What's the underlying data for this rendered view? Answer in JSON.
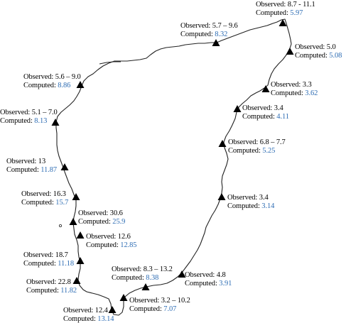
{
  "colors": {
    "outline": "#222222",
    "marker": "#000000",
    "computed_value": "#2e6db4",
    "text": "#000000"
  },
  "labels": {
    "observed": "Observed:",
    "computed": "Computed:"
  },
  "stations": [
    {
      "observed": "8.7 - 11.1",
      "computed": "5.97"
    },
    {
      "observed": "5.0",
      "computed": "5.08"
    },
    {
      "observed": "3.3",
      "computed": "3.62"
    },
    {
      "observed": "3.4",
      "computed": "4.11"
    },
    {
      "observed": "6.8 – 7.7",
      "computed": "5.25"
    },
    {
      "observed": "3.4",
      "computed": "3.14"
    },
    {
      "observed": "4.8",
      "computed": "3.91"
    },
    {
      "observed": "3.2 – 10.2",
      "computed": "7.07"
    },
    {
      "observed": "8.3 – 13.2",
      "computed": "8.38"
    },
    {
      "observed": "12.4",
      "computed": "13.14"
    },
    {
      "observed": "22.8",
      "computed": "11.82"
    },
    {
      "observed": "18.7",
      "computed": "11.18"
    },
    {
      "observed": "12.6",
      "computed": "12.85"
    },
    {
      "observed": "30.6",
      "computed": "25.9"
    },
    {
      "observed": "16.3",
      "computed": "15.7"
    },
    {
      "observed": "13",
      "computed": "11.87"
    },
    {
      "observed": "5.1 – 7.0",
      "computed": "8.13"
    },
    {
      "observed": "5.6 – 9.0",
      "computed": "8.86"
    },
    {
      "observed": "5.7 – 9.6",
      "computed": "8.32"
    }
  ]
}
